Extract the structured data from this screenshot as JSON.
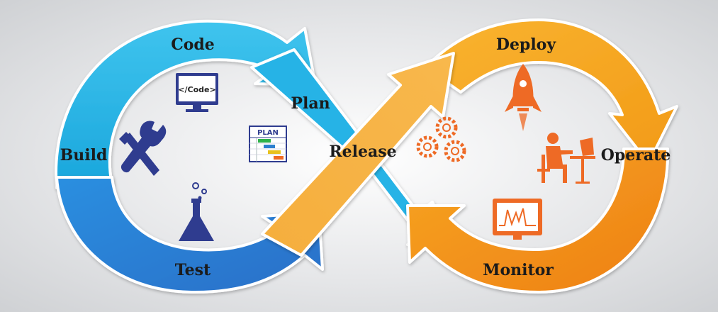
{
  "stages": {
    "code": "Code",
    "plan": "Plan",
    "build": "Build",
    "test": "Test",
    "release": "Release",
    "deploy": "Deploy",
    "operate": "Operate",
    "monitor": "Monitor"
  },
  "icons": {
    "monitor_code": {
      "name": "code-monitor-icon",
      "text": "</Code>"
    },
    "plan_sheet": {
      "name": "plan-chart-icon",
      "text": "PLAN"
    },
    "build_tools": {
      "name": "wrench-screwdriver-icon"
    },
    "test_flask": {
      "name": "flask-icon"
    },
    "gears": {
      "name": "gears-icon"
    },
    "rocket": {
      "name": "rocket-icon"
    },
    "operator": {
      "name": "person-at-computer-icon"
    },
    "monitor_graph": {
      "name": "monitor-graph-icon"
    }
  },
  "colors": {
    "blue_light": "#28b6e4",
    "blue_dark": "#2e7fd0",
    "orange_light": "#f6a81f",
    "orange_dark": "#ef8a1c",
    "icon_blue": "#2f3c8f",
    "icon_orange": "#ee6a25"
  }
}
